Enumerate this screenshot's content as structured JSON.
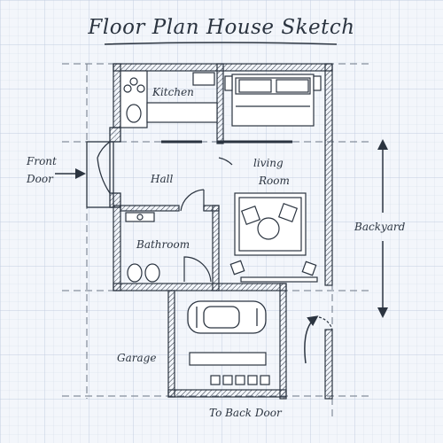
{
  "title": "Floor Plan House Sketch",
  "labels": {
    "kitchen": "Kitchen",
    "hall": "Hall",
    "living_room_line1": "living",
    "living_room_line2": "Room",
    "bathroom": "Bathroom",
    "garage": "Garage",
    "front_door_line1": "Front",
    "front_door_line2": "Door",
    "backyard": "Backyard",
    "to_back_door": "To Back Door"
  },
  "colors": {
    "paper": "#f3f6fb",
    "grid": "#c9d3e2",
    "ink": "#2b3440",
    "wall_fill": "#ffffff"
  }
}
